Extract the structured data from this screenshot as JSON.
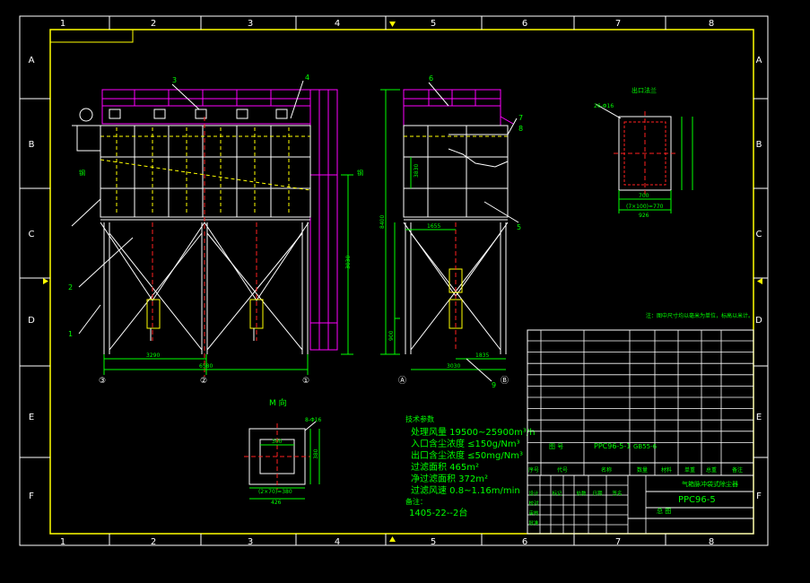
{
  "grid": {
    "columns": [
      "1",
      "2",
      "3",
      "4",
      "5",
      "6",
      "7",
      "8"
    ],
    "rows": [
      "A",
      "B",
      "C",
      "D",
      "E",
      "F"
    ]
  },
  "views": {
    "front": {
      "leader_labels": [
        "1",
        "2",
        "3",
        "4"
      ],
      "dimensions": [
        "3290",
        "6580",
        "3030"
      ],
      "axis_marks": [
        "③",
        "②",
        "①"
      ],
      "side_marks": [
        "钢",
        "钢"
      ]
    },
    "side": {
      "leader_labels": [
        "5",
        "6",
        "7",
        "8",
        "9"
      ],
      "dimensions": [
        "8400",
        "3030",
        "1835",
        "900",
        "1655",
        "3830"
      ],
      "axis_marks": [
        "Ⓐ",
        "Ⓑ"
      ]
    },
    "flange_view": {
      "title": "出口法兰",
      "dimensions": [
        "700",
        "926",
        "26-Φ16",
        "(7×100)=770"
      ]
    },
    "m_view": {
      "title": "M 向",
      "dimensions": [
        "300",
        "(2×70)=380",
        "426",
        "380",
        "8-Φ16"
      ]
    }
  },
  "specs": {
    "heading": "技术参数",
    "lines": [
      "处理风量  19500~25900m³/h",
      "入口含尘浓度  ≤150g/Nm³",
      "出口含尘浓度  ≤50mg/Nm³",
      "过滤面积  465m²",
      "净过滤面积  372m²",
      "过滤风速  0.8~1.16m/min"
    ],
    "note_heading": "备注：",
    "note": "1405-22--2台"
  },
  "note_above_table": "注：图中尺寸均以毫米为单位，标高以米计。",
  "parts_table": {
    "ref_row": [
      "图 号",
      "PPC96-5-1",
      "GB55-6"
    ],
    "header": [
      "序号",
      "代号",
      "名称",
      "数量",
      "材料",
      "单重",
      "总重",
      "备注"
    ]
  },
  "title_block": {
    "drawing_title": "气箱脉冲袋式除尘器",
    "drawing_number": "PPC96-5",
    "stage_label": "总 图",
    "small_labels": [
      "设计",
      "校对",
      "审核",
      "批准",
      "标记",
      "处数",
      "日期",
      "签名"
    ]
  },
  "colors": {
    "frame": "#ffff00",
    "structure": "#ffffff",
    "hood": "#ff00ff",
    "dimension": "#00ff00",
    "center": "#ff2020",
    "leader": "#ffffff"
  }
}
